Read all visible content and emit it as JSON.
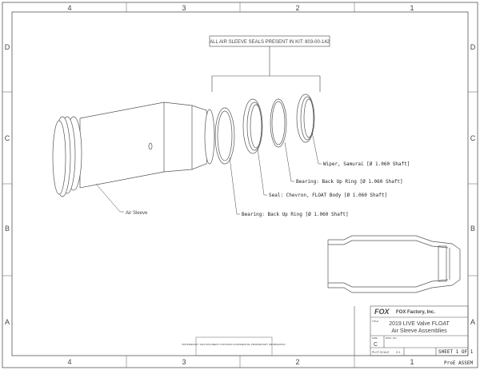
{
  "border": {
    "columns": [
      "4",
      "3",
      "2",
      "1"
    ],
    "rows": [
      "D",
      "C",
      "B",
      "A"
    ]
  },
  "kit_note": "ALL AIR SLEEVE SEALS PRESENT IN KIT: 803-00-142",
  "callouts": {
    "air_sleeve": "Air Sleeve",
    "wiper": "Wiper, Samurai [Ø 1.060 Shaft]",
    "bearing_upper": "Bearing: Back Up Ring [Ø 1.060 Shaft]",
    "seal": "Seal: Chevron, FLOAT Body [Ø 1.060 Shaft]",
    "bearing_lower": "Bearing: Back Up Ring [Ø 1.060 Shaft]"
  },
  "title_block": {
    "logo": "FOX",
    "company": "FOX Factory, Inc.",
    "title_label": "TITLE",
    "title_line1": "2019 LIVE Valve FLOAT",
    "title_line2": "Air Sleeve Assemblies",
    "size_label": "SIZE",
    "dwg_label": "DWG. NO.",
    "size": "C",
    "scale_label": "PLOT SCALE",
    "scale": "2:1",
    "sheet": "SHEET 1 OF 1",
    "footer": "ProE ASSEM"
  },
  "proprietary": "PROPRIETARY THIS DOCUMENT CONTAINS CONFIDENTIAL PROPRIETARY INFORMATION"
}
